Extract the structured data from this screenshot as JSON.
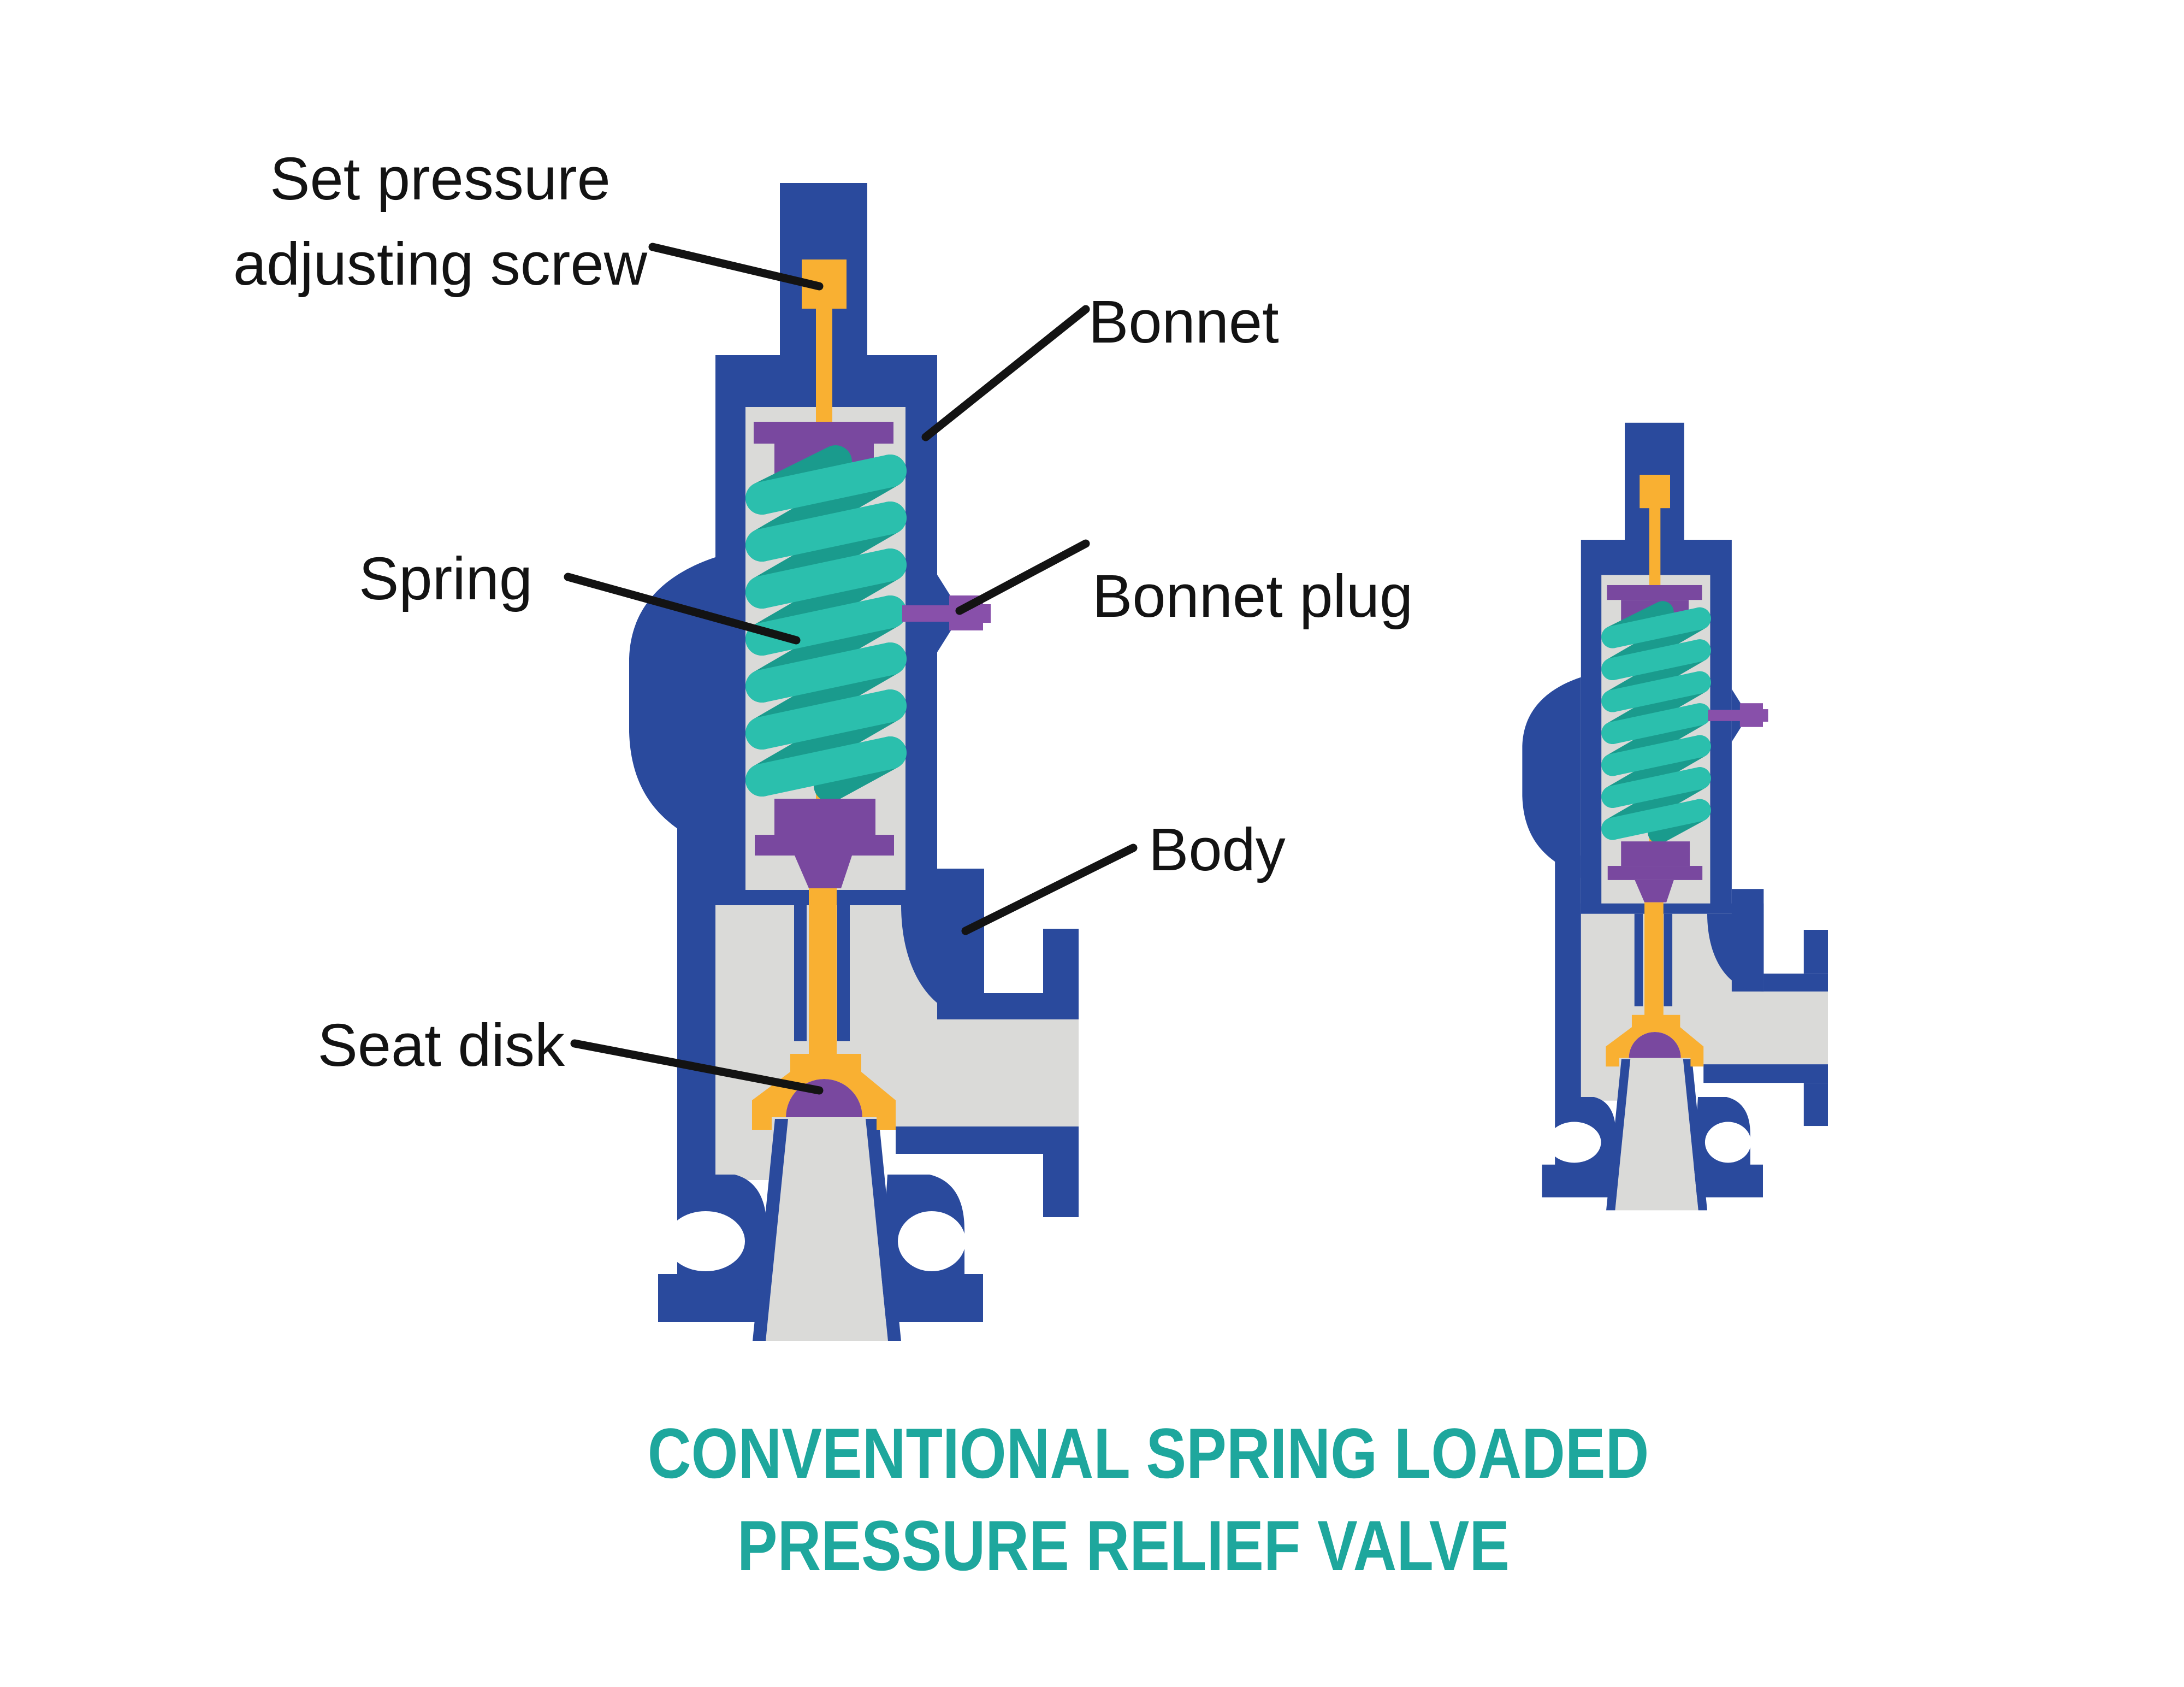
{
  "diagram_title": {
    "line1": "CONVENTIONAL SPRING LOADED",
    "line2": "PRESSURE RELIEF VALVE"
  },
  "labels": {
    "set_pressure_adjusting_screw": {
      "line1": "Set pressure",
      "line2": "adjusting screw"
    },
    "bonnet": "Bonnet",
    "spring": "Spring",
    "bonnet_plug": "Bonnet plug",
    "body": "Body",
    "seat_disk": "Seat disk"
  },
  "colors": {
    "valve-blue": "#2A4A9D",
    "interior-gray": "#DADAD8",
    "spring-front-teal": "#2BBFAD",
    "spring-back-teal": "#1A9B8D",
    "purple": "#79489F",
    "plug-purple": "#8850AA",
    "stem-yellow": "#F9B032",
    "title-teal": "#1EA79D",
    "label-text": "#131313",
    "leader-line": "#131313",
    "background": "#FFFFFF"
  }
}
